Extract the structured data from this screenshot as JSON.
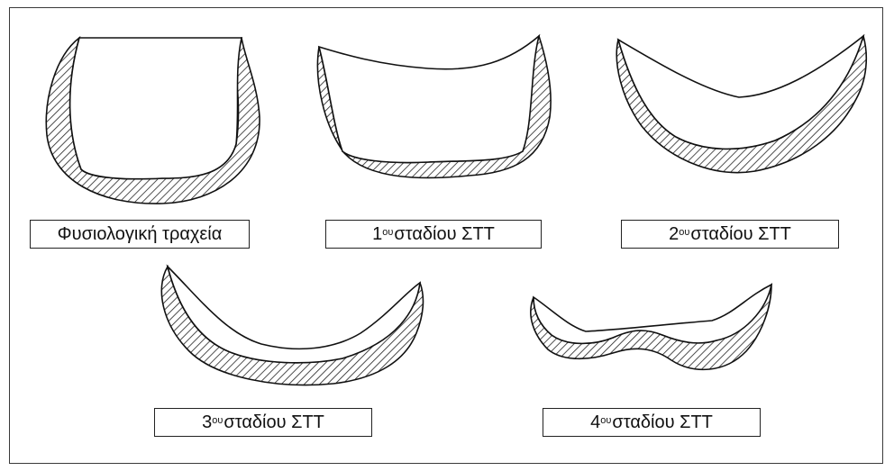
{
  "labels": {
    "normal": "Φυσιολογική τραχεία",
    "stage1": {
      "num": "1",
      "sup": "ου",
      "text": "σταδίου ΣΤΤ"
    },
    "stage2": {
      "num": "2",
      "sup": "ου",
      "text": "σταδίου ΣΤΤ"
    },
    "stage3": {
      "num": "3",
      "sup": "ου",
      "text": "σταδίου ΣΤΤ"
    },
    "stage4": {
      "num": "4",
      "sup": "ου",
      "text": "σταδίου ΣΤΤ"
    }
  },
  "colors": {
    "outline": "#111111",
    "hatch": "#222222",
    "border": "#3a3a3a"
  }
}
